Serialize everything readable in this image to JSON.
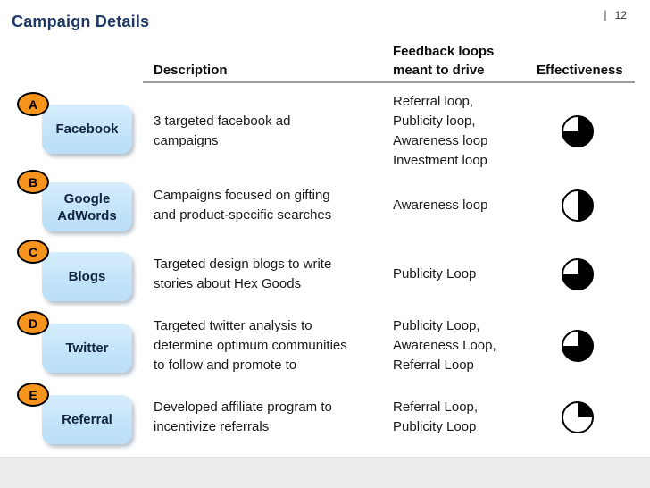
{
  "slide": {
    "title": "Campaign Details",
    "footer": {
      "separator": "|",
      "page_number": "12"
    }
  },
  "table": {
    "headers": {
      "description": "Description",
      "feedback": [
        "Feedback loops",
        "meant to drive"
      ],
      "effectiveness": "Effectiveness"
    },
    "rows": [
      {
        "badge": "A",
        "channel": "Facebook",
        "description": [
          "3 targeted facebook ad",
          "campaigns"
        ],
        "feedback_loops": [
          "Referral loop,",
          "Publicity loop,",
          "Awareness loop",
          "Investment loop"
        ],
        "effectiveness_percent": 75
      },
      {
        "badge": "B",
        "channel": "Google AdWords",
        "description": [
          "Campaigns focused on gifting",
          "and product-specific searches"
        ],
        "feedback_loops": [
          "Awareness loop"
        ],
        "effectiveness_percent": 50
      },
      {
        "badge": "C",
        "channel": "Blogs",
        "description": [
          "Targeted design blogs to write",
          "stories about Hex Goods"
        ],
        "feedback_loops": [
          "Publicity Loop"
        ],
        "effectiveness_percent": 75
      },
      {
        "badge": "D",
        "channel": "Twitter",
        "description": [
          "Targeted twitter analysis to",
          "determine optimum communities",
          "to follow and promote to"
        ],
        "feedback_loops": [
          "Publicity Loop,",
          "Awareness Loop,",
          "Referral Loop"
        ],
        "effectiveness_percent": 75
      },
      {
        "badge": "E",
        "channel": "Referral",
        "description": [
          "Developed affiliate program to",
          "incentivize referrals"
        ],
        "feedback_loops": [
          "Referral Loop,",
          "Publicity Loop"
        ],
        "effectiveness_percent": 25
      }
    ]
  },
  "chart_data": {
    "type": "pie",
    "title": "Effectiveness (Harvey balls, % filled, black = filled clockwise from 12 o'clock)",
    "categories": [
      "Facebook",
      "Google AdWords",
      "Blogs",
      "Twitter",
      "Referral"
    ],
    "values": [
      75,
      50,
      75,
      75,
      25
    ]
  },
  "colors": {
    "title_navy": "#1F3864",
    "badge_orange": "#F7941E",
    "channel_box_blue": "#C5E6FA",
    "header_rule_gray": "#9B9B9B",
    "footer_gray": "#EDEDED",
    "pie_fill": "#000000"
  }
}
